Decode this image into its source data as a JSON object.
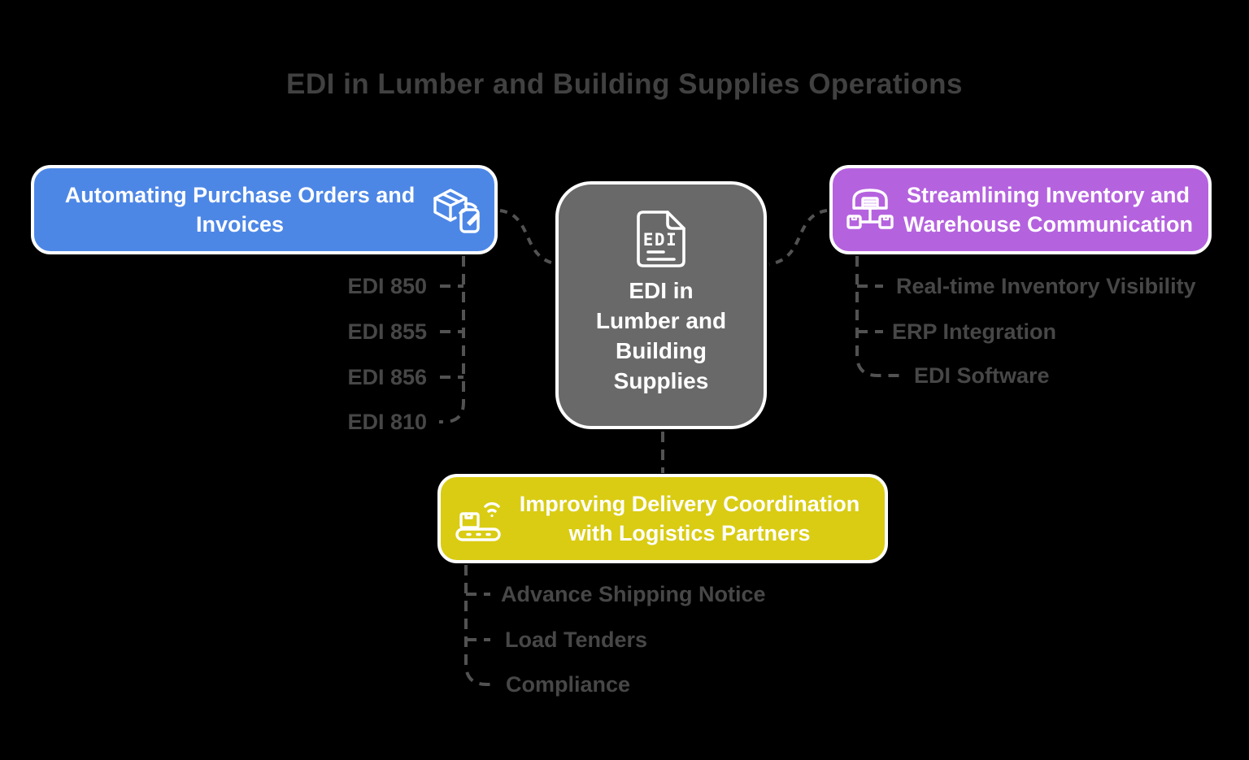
{
  "title": "EDI in Lumber and Building Supplies Operations",
  "center_node": {
    "icon_label": "EDI",
    "lines": [
      "EDI in",
      "Lumber and",
      "Building",
      "Supplies"
    ]
  },
  "nodes": {
    "purchase": {
      "label_lines": [
        "Automating Purchase Orders and",
        "Invoices"
      ],
      "color": "#4D87E6",
      "icon": "package-signing-icon",
      "items": [
        "EDI 850",
        "EDI 855",
        "EDI 856",
        "EDI 810"
      ]
    },
    "inventory": {
      "label_lines": [
        "Streamlining Inventory and",
        "Warehouse Communication"
      ],
      "color": "#B562DF",
      "icon": "warehouse-network-icon",
      "items": [
        "Real-time Inventory Visibility",
        "ERP Integration",
        "EDI Software"
      ]
    },
    "delivery": {
      "label_lines": [
        "Improving Delivery Coordination",
        "with Logistics Partners"
      ],
      "color": "#D9CC13",
      "icon": "conveyor-wifi-icon",
      "items": [
        "Advance Shipping Notice",
        "Load Tenders",
        "Compliance"
      ]
    }
  },
  "colors": {
    "background": "#000000",
    "center_node": "#696969",
    "connector": "#525252",
    "side_label_text": "#474747",
    "title_text": "#414141",
    "box_text": "#FFFFFF"
  }
}
